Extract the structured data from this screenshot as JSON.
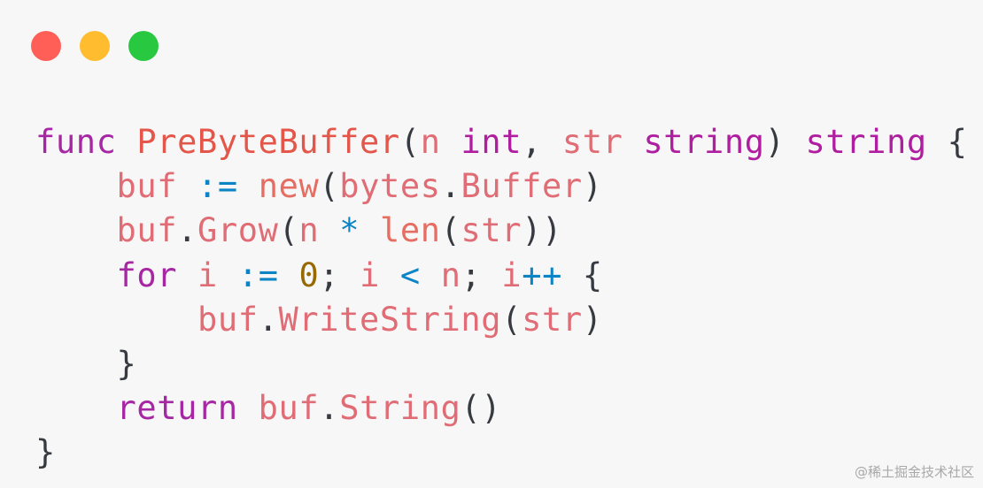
{
  "window": {
    "controls": [
      {
        "name": "close-button",
        "color": "#ff5f57"
      },
      {
        "name": "minimize-button",
        "color": "#febc2e"
      },
      {
        "name": "maximize-button",
        "color": "#28c840"
      }
    ]
  },
  "code": {
    "language": "go",
    "lines": [
      [
        {
          "t": "func",
          "c": "kw"
        },
        {
          "t": " ",
          "c": "pn"
        },
        {
          "t": "PreByteBuffer",
          "c": "fn"
        },
        {
          "t": "(",
          "c": "pn"
        },
        {
          "t": "n",
          "c": "id"
        },
        {
          "t": " ",
          "c": "pn"
        },
        {
          "t": "int",
          "c": "ty"
        },
        {
          "t": ", ",
          "c": "pn"
        },
        {
          "t": "str",
          "c": "id"
        },
        {
          "t": " ",
          "c": "pn"
        },
        {
          "t": "string",
          "c": "ty"
        },
        {
          "t": ") ",
          "c": "pn"
        },
        {
          "t": "string",
          "c": "ty"
        },
        {
          "t": " {",
          "c": "pn"
        }
      ],
      [
        {
          "t": "    ",
          "c": "pn"
        },
        {
          "t": "buf",
          "c": "id"
        },
        {
          "t": " ",
          "c": "pn"
        },
        {
          "t": ":=",
          "c": "op"
        },
        {
          "t": " ",
          "c": "pn"
        },
        {
          "t": "new",
          "c": "fa"
        },
        {
          "t": "(",
          "c": "pn"
        },
        {
          "t": "bytes",
          "c": "id"
        },
        {
          "t": ".",
          "c": "pn"
        },
        {
          "t": "Buffer",
          "c": "id"
        },
        {
          "t": ")",
          "c": "pn"
        }
      ],
      [
        {
          "t": "    ",
          "c": "pn"
        },
        {
          "t": "buf",
          "c": "id"
        },
        {
          "t": ".",
          "c": "pn"
        },
        {
          "t": "Grow",
          "c": "id"
        },
        {
          "t": "(",
          "c": "pn"
        },
        {
          "t": "n",
          "c": "id"
        },
        {
          "t": " ",
          "c": "pn"
        },
        {
          "t": "*",
          "c": "op"
        },
        {
          "t": " ",
          "c": "pn"
        },
        {
          "t": "len",
          "c": "fa"
        },
        {
          "t": "(",
          "c": "pn"
        },
        {
          "t": "str",
          "c": "id"
        },
        {
          "t": "))",
          "c": "pn"
        }
      ],
      [
        {
          "t": "    ",
          "c": "pn"
        },
        {
          "t": "for",
          "c": "kw"
        },
        {
          "t": " ",
          "c": "pn"
        },
        {
          "t": "i",
          "c": "id"
        },
        {
          "t": " ",
          "c": "pn"
        },
        {
          "t": ":=",
          "c": "op"
        },
        {
          "t": " ",
          "c": "pn"
        },
        {
          "t": "0",
          "c": "num"
        },
        {
          "t": "; ",
          "c": "pn"
        },
        {
          "t": "i",
          "c": "id"
        },
        {
          "t": " ",
          "c": "pn"
        },
        {
          "t": "<",
          "c": "op"
        },
        {
          "t": " ",
          "c": "pn"
        },
        {
          "t": "n",
          "c": "id"
        },
        {
          "t": "; ",
          "c": "pn"
        },
        {
          "t": "i",
          "c": "id"
        },
        {
          "t": "++",
          "c": "op"
        },
        {
          "t": " {",
          "c": "pn"
        }
      ],
      [
        {
          "t": "        ",
          "c": "pn"
        },
        {
          "t": "buf",
          "c": "id"
        },
        {
          "t": ".",
          "c": "pn"
        },
        {
          "t": "WriteString",
          "c": "id"
        },
        {
          "t": "(",
          "c": "pn"
        },
        {
          "t": "str",
          "c": "id"
        },
        {
          "t": ")",
          "c": "pn"
        }
      ],
      [
        {
          "t": "    }",
          "c": "pn"
        }
      ],
      [
        {
          "t": "    ",
          "c": "pn"
        },
        {
          "t": "return",
          "c": "kw"
        },
        {
          "t": " ",
          "c": "pn"
        },
        {
          "t": "buf",
          "c": "id"
        },
        {
          "t": ".",
          "c": "pn"
        },
        {
          "t": "String",
          "c": "id"
        },
        {
          "t": "()",
          "c": "pn"
        }
      ],
      [
        {
          "t": "}",
          "c": "pn"
        }
      ]
    ]
  },
  "watermark": "@稀土掘金技术社区"
}
